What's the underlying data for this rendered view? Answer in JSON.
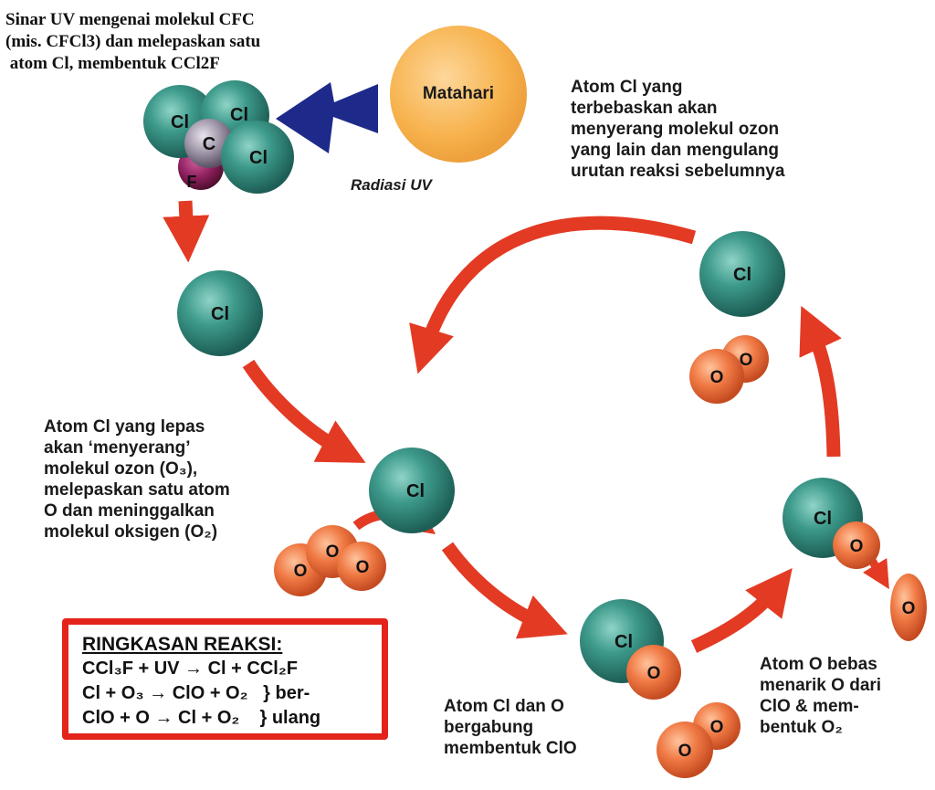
{
  "texts": {
    "cfc": [
      "Sinar UV mengenai molekul CFC",
      "(mis. CFCl3) dan melepaskan satu",
      " atom Cl, membentuk CCl2F"
    ],
    "sun": "Matahari",
    "uv": "Radiasi UV",
    "atom_freed": [
      "Atom Cl yang",
      "terbebaskan akan",
      "menyerang molekul ozon",
      "yang lain dan mengulang",
      "urutan reaksi sebelumnya"
    ],
    "atom_attack": [
      "Atom Cl yang lepas",
      "akan ‘menyerang’",
      "molekul ozon (O₃),",
      "melepaskan satu atom",
      "O dan meninggalkan",
      "molekul oksigen (O₂)"
    ],
    "atom_join": [
      "Atom Cl dan O",
      "bergabung",
      "membentuk ClO"
    ],
    "atom_o": [
      "Atom O bebas",
      "menarik O dari",
      "ClO & mem-",
      "bentuk O₂"
    ]
  },
  "summary": {
    "title": "RINGKASAN REAKSI:",
    "lines": [
      "CCl₃F + UV → Cl + CCl₂F",
      "Cl + O₃ → ClO + O₂   } ber-",
      "ClO + O → Cl + O₂    } ulang"
    ]
  },
  "atoms": {
    "cl": "Cl",
    "c": "C",
    "f": "F",
    "o": "O"
  },
  "colors": {
    "chlorine": "#2f8a7d",
    "oxygen": "#ee7a45",
    "arrow": "#e33a24",
    "sun": "#f7b24d",
    "uv_arrow": "#1e2a8a",
    "box": "#e3241b"
  }
}
